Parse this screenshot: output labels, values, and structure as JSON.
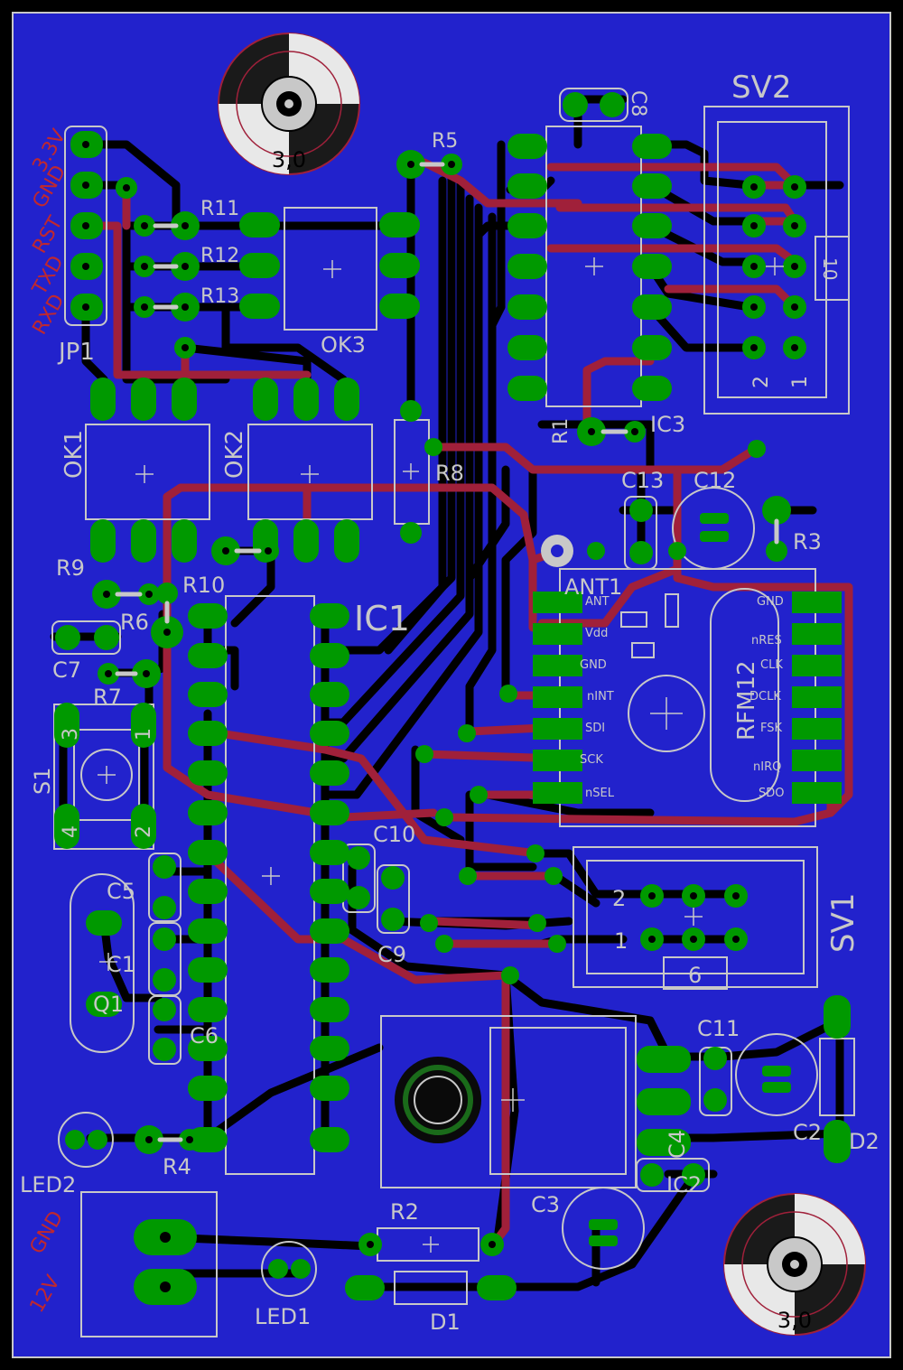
{
  "colors": {
    "background": "#000000",
    "pour": "#2222CC",
    "pour_edge": "#0000AA",
    "trace_bottom": "#000000",
    "trace_top": "#A0203A",
    "pad": "#009900",
    "silk": "#C8C8C8",
    "label_red": "#C0282E",
    "hole": "#C8C8C8"
  },
  "labels": {
    "jp1_pins": [
      "3.3V",
      "GND",
      "RST",
      "TXD",
      "RXD"
    ],
    "jp1": "JP1",
    "r11": "R11",
    "r12": "R12",
    "r13": "R13",
    "ok3": "OK3",
    "ok1": "OK1",
    "ok2": "OK2",
    "r5": "R5",
    "c8": "C8",
    "sv2": "SV2",
    "sv2_pin10": "10",
    "sv2_pin2": "2",
    "sv2_pin1": "1",
    "r1": "R1",
    "ic3": "IC3",
    "r8": "R8",
    "c13": "C13",
    "c12": "C12",
    "r3": "R3",
    "r9": "R9",
    "r10": "R10",
    "r6": "R6",
    "c7": "C7",
    "r7": "R7",
    "ic1": "IC1",
    "ant1": "ANT1",
    "rfm12": "RFM12",
    "rfm_left": [
      "ANT",
      "Vdd",
      "GND",
      "nINT",
      "SDI",
      "SCK",
      "nSEL"
    ],
    "rfm_right": [
      "GND",
      "nRES",
      "CLK",
      "DCLK",
      "FSK",
      "nIRQ",
      "SDO"
    ],
    "s1": "S1",
    "s1_pins": [
      "3",
      "1",
      "4",
      "2"
    ],
    "c10": "C10",
    "c9": "C9",
    "sv1": "SV1",
    "sv1_pin2": "2",
    "sv1_pin1": "1",
    "sv1_pin6": "6",
    "c5": "C5",
    "c1": "C1",
    "q1": "Q1",
    "c6": "C6",
    "c11": "C11",
    "c2": "C2",
    "d2": "D2",
    "c4": "C4",
    "ic2": "IC2",
    "c3": "C3",
    "led2": "LED2",
    "r4": "R4",
    "r2": "R2",
    "led1": "LED1",
    "d1": "D1",
    "pwr_pins": [
      "GND",
      "12V"
    ],
    "hole_top": "3,0",
    "hole_bottom": "3,0"
  }
}
